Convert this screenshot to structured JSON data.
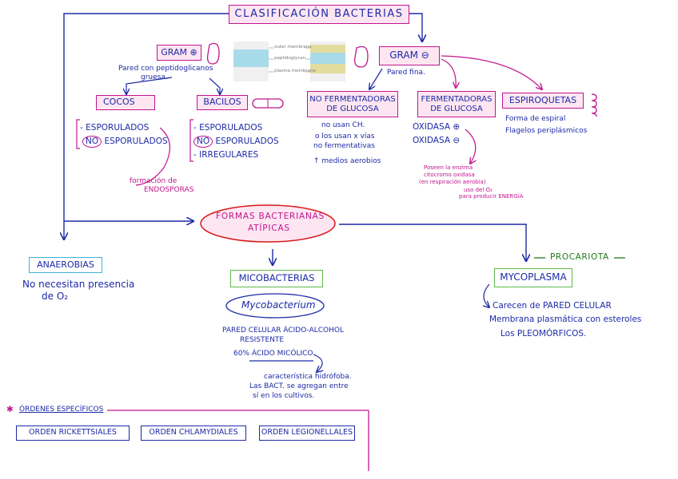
{
  "diagram": {
    "title": "CLASIFICACIÓN BACTERIAS",
    "gram_pos": {
      "label": "GRAM ⊕",
      "note_line1": "Pared con peptidoglicanos",
      "note_line2": "gruesa.",
      "cocos": "COCOS",
      "bacilos": "BACILOS",
      "cocos_items": [
        "ESPORULADOS",
        "NO",
        "ESPORULADOS"
      ],
      "bacilos_items": [
        "ESPORULADOS",
        "NO",
        "ESPORULADOS",
        "IRREGULARES"
      ],
      "spore_note_line1": "formación de",
      "spore_note_line2": "ENDOSPORAS"
    },
    "membrane_figure": {
      "left_labels": [
        "outer membrane",
        "peptidoglycan",
        "plasma membrane"
      ]
    },
    "gram_neg": {
      "label": "GRAM ⊖",
      "note": "Pared fina.",
      "no_ferm_line1": "NO FERMENTADORAS",
      "no_ferm_line2": "DE GLUCOSA",
      "no_ferm_notes": [
        "no usan CH.",
        "o los usan x vías",
        "no fermentativas",
        "↑ medios aerobios"
      ],
      "ferm_line1": "FERMENTADORAS",
      "ferm_line2": "DE GLUCOSA",
      "oxidasa_pos": "OXIDASA ⊕",
      "oxidasa_neg": "OXIDASA ⊖",
      "oxidasa_note": [
        "Poseen la enzima",
        "citocromo oxidasa",
        "(en respiración aerobia)",
        "uso del O₂",
        "para producir ENERGÍA"
      ],
      "espiroquetas": "ESPIROQUETAS",
      "espiro_notes": [
        "Forma de espiral",
        "Flagelos periplásmicos"
      ]
    },
    "atipicas": {
      "line1": "FORMAS BACTERIANAS",
      "line2": "ATÍPICAS"
    },
    "anaerobias": {
      "label": "ANAEROBIAS",
      "note_line1": "No necesitan presencia",
      "note_line2": "de O₂"
    },
    "mico": {
      "label": "MICOBACTERIAS",
      "genus": "Mycobacterium",
      "notes": [
        "PARED CELULAR ÁCIDO-ALCOHOL",
        "RESISTENTE"
      ],
      "acid": "60% ÁCIDO MICÓLICO",
      "hydro": [
        "característica hidrófoba.",
        "Las BACT. se agregan entre",
        "sí en los cultivos."
      ]
    },
    "myco": {
      "label": "MYCOPLASMA",
      "procariota": "PROCARIOTA",
      "notes": [
        "Carecen de PARED CELULAR",
        "Membrana plasmática con esteroles",
        "Los PLEOMÓRFICOS."
      ]
    },
    "ordenes": {
      "header": "ÓRDENES ESPECÍFICOS",
      "items": [
        "ORDEN RICKETTSIALES",
        "ORDEN CHLAMYDIALES",
        "ORDEN LEGIONELLALES"
      ]
    }
  }
}
